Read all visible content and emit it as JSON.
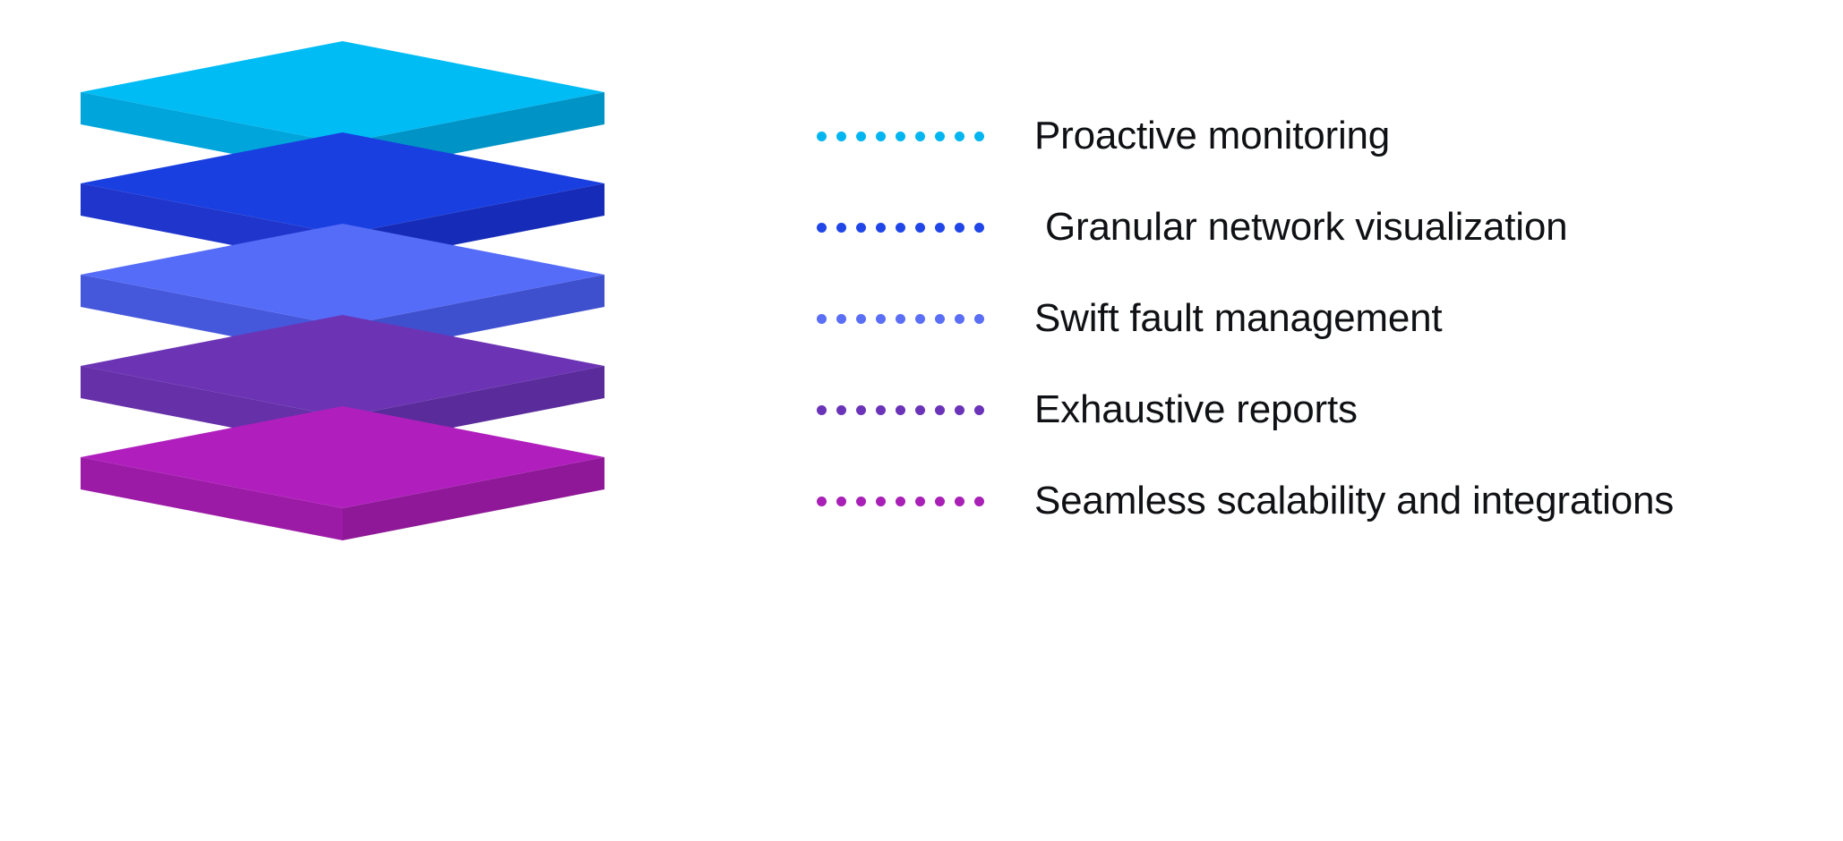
{
  "graphic": {
    "type": "isometric-layer-stack",
    "background": "#ffffff",
    "layer_count": 5,
    "layers": [
      {
        "index": 1,
        "name": "proactive-monitoring-layer",
        "top_color": "#00BCF5",
        "left_color": "#00A6DB",
        "right_color": "#0094C6",
        "dot_color": "#00B5F0",
        "label": "Proactive monitoring"
      },
      {
        "index": 2,
        "name": "granular-network-visualization-layer",
        "top_color": "#1A3FE0",
        "left_color": "#1F35CC",
        "right_color": "#162CB8",
        "dot_color": "#2046E8",
        "label": "Granular network visualization"
      },
      {
        "index": 3,
        "name": "swift-fault-management-layer",
        "top_color": "#556CF8",
        "left_color": "#4558DC",
        "right_color": "#3F50CF",
        "dot_color": "#5A6FF5",
        "label": "Swift fault management"
      },
      {
        "index": 4,
        "name": "exhaustive-reports-layer",
        "top_color": "#6C34B4",
        "left_color": "#6530A8",
        "right_color": "#5A2C9B",
        "dot_color": "#6A33B8",
        "label": "Exhaustive reports"
      },
      {
        "index": 5,
        "name": "seamless-scalability-layer",
        "top_color": "#B01FBD",
        "left_color": "#9C1BA6",
        "right_color": "#8E1897",
        "dot_color": "#A820B5",
        "label": "Seamless scalability and integrations"
      }
    ]
  },
  "callouts": [
    {
      "id": "callout-1",
      "label": "Proactive monitoring",
      "dot_color": "#00B5F0",
      "dot_count": 9,
      "indented": false
    },
    {
      "id": "callout-2",
      "label": "Granular network visualization",
      "dot_color": "#2046E8",
      "dot_count": 9,
      "indented": true
    },
    {
      "id": "callout-3",
      "label": "Swift fault management",
      "dot_color": "#5A6FF5",
      "dot_count": 9,
      "indented": false
    },
    {
      "id": "callout-4",
      "label": "Exhaustive reports",
      "dot_color": "#6A33B8",
      "dot_count": 9,
      "indented": false
    },
    {
      "id": "callout-5",
      "label": "Seamless scalability and integrations",
      "dot_color": "#A820B5",
      "dot_count": 9,
      "indented": false
    }
  ]
}
